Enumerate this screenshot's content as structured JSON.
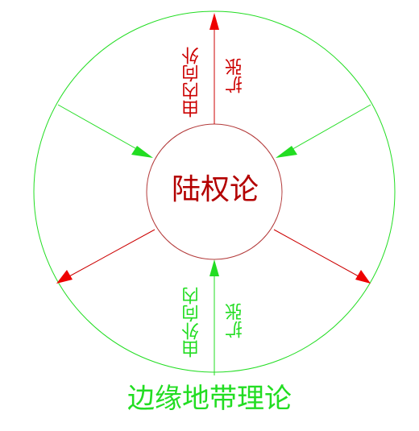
{
  "diagram": {
    "center_label": "陆权论",
    "outer_label": "边缘地带理论",
    "top_label_main": "由内向外",
    "top_label_sub": "扩张",
    "bottom_label_main": "由外向内",
    "bottom_label_sub": "扩张"
  },
  "colors": {
    "red": "#cc0000",
    "green": "#22dd22",
    "circle_red": "#b33a3a"
  }
}
